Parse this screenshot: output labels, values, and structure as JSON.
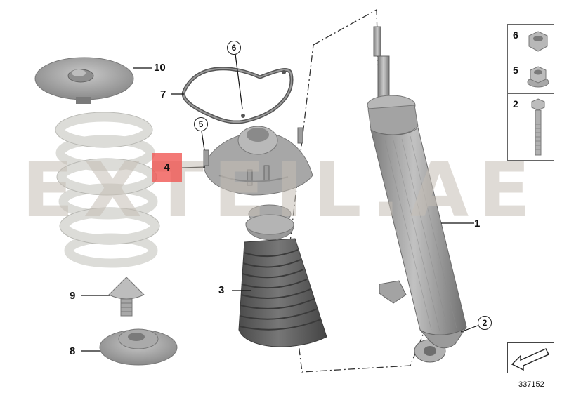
{
  "watermark": "EXTEIL.AE",
  "callouts": {
    "p1": "1",
    "p2": "2",
    "p3": "3",
    "p4": "4",
    "p5": "5",
    "p6": "6",
    "p7": "7",
    "p8": "8",
    "p9": "9",
    "p10": "10"
  },
  "side_panel": {
    "items": [
      {
        "number": "6",
        "icon": "hex-nut-icon"
      },
      {
        "number": "5",
        "icon": "flange-nut-icon"
      },
      {
        "number": "2",
        "icon": "hex-bolt-icon"
      }
    ]
  },
  "reference_code": "337152",
  "colors": {
    "highlight": "#ef5350",
    "watermark": "#c4bdb5",
    "part_gray": "#9a9a9a",
    "boot_dark": "#5e5e5e"
  }
}
